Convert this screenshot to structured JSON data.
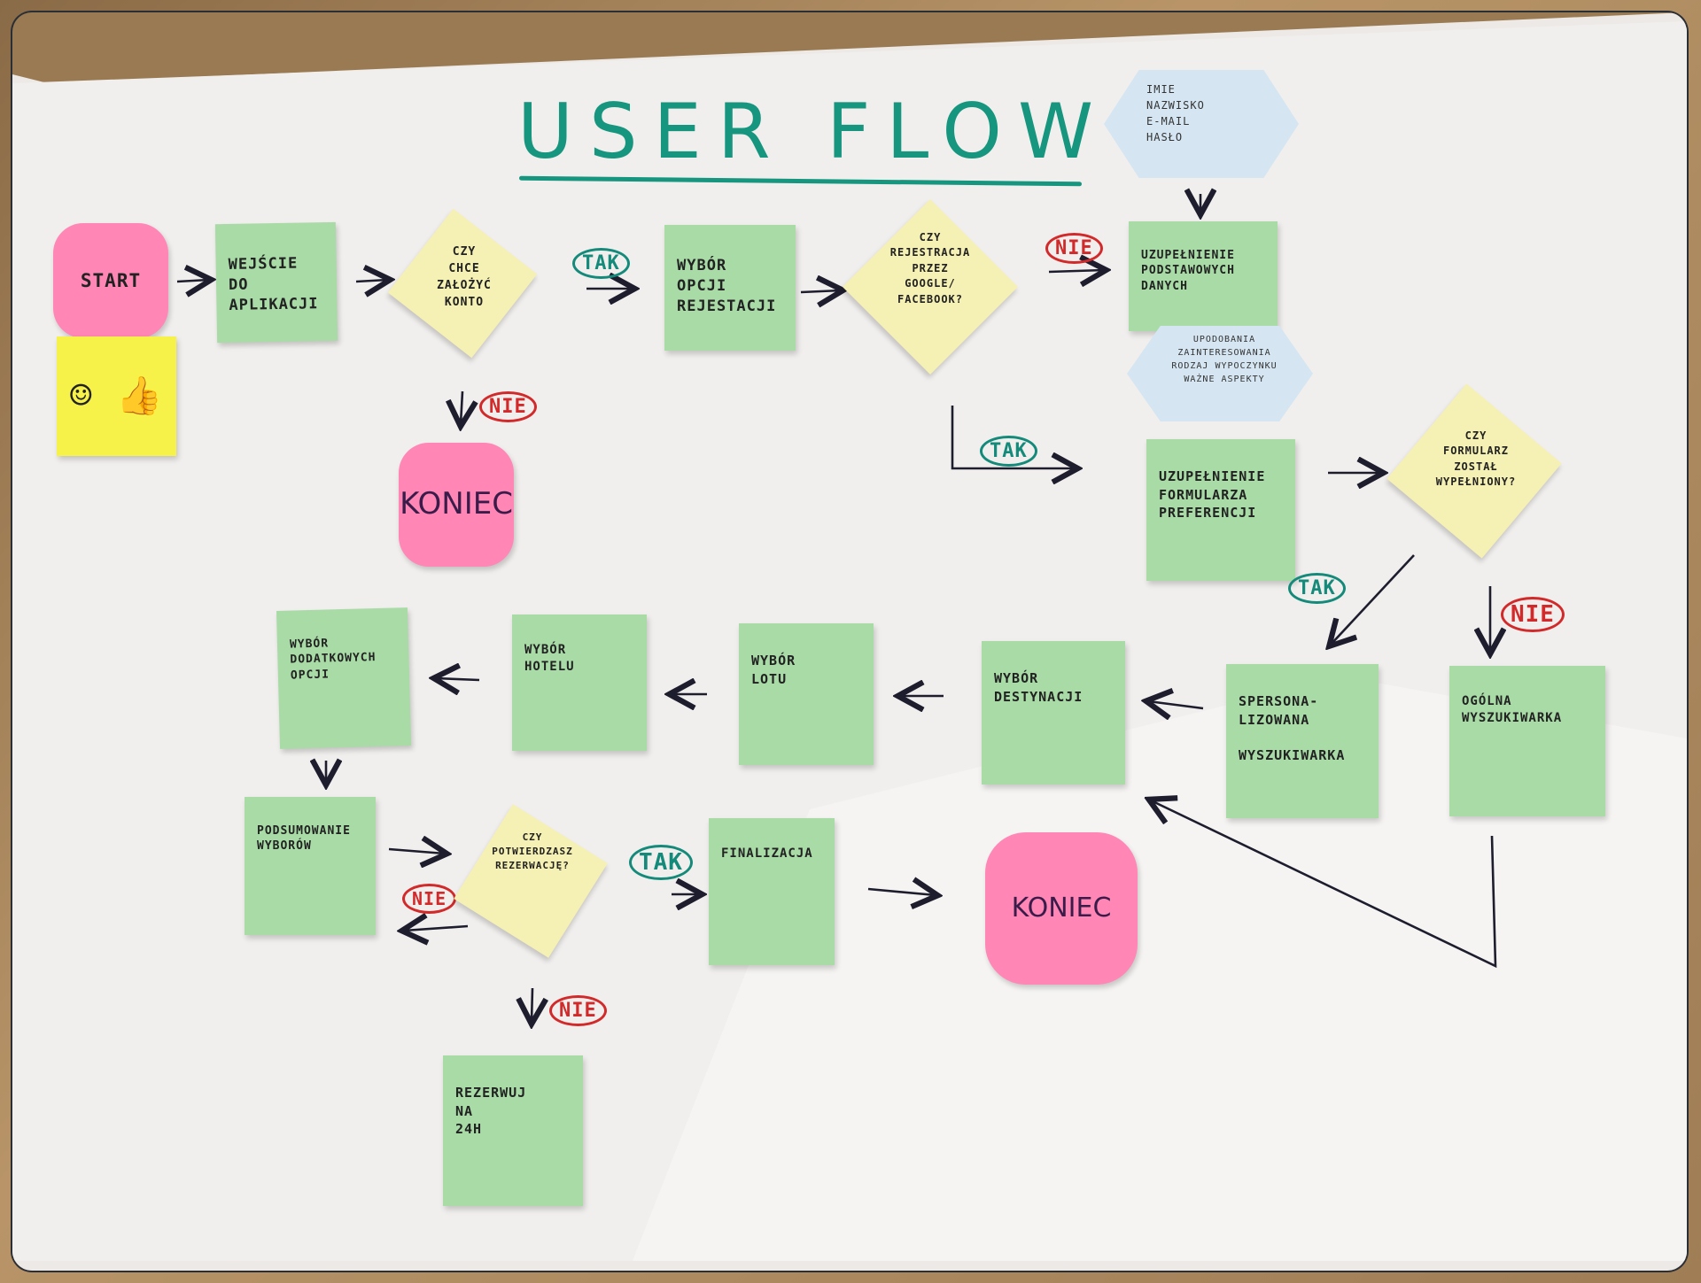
{
  "title": "USER FLOW",
  "colors": {
    "green": "#a8dba6",
    "pink": "#ff86b5",
    "yellow": "#f7f24a",
    "diamond": "#f5f0b4",
    "hexagon": "#d5e6f2",
    "tak": "#148a7a",
    "nie": "#d22a2a"
  },
  "nodes": {
    "start": "START",
    "smiley": "☺ 👍",
    "wejscie": "WEJŚCIE\nDO\nAPLIKACJI",
    "czy_chce": "CZY\nCHCE\nZAŁOŻYĆ\nKONTO",
    "koniec1": "KONIEC",
    "wybor_opcji": "WYBÓR\nOPCJI\nREJESTACJI",
    "czy_rejestracja": "CZY\nREJESTRACJA\nPRZEZ\nGOOGLE/\nFACEBOOK?",
    "hex_dane": "IMIE\nNAZWISKO\nE-MAIL\nHASŁO",
    "uzupelnienie_danych": "UZUPEŁNIENIE\nPODSTAWOWYCH\nDANYCH",
    "hex_preferencje": "UPODOBANIA\nZAINTERESOWANIA\nRODZAJ WYPOCZYNKU\nWAŻNE ASPEKTY",
    "uzupelnienie_formularza": "UZUPEŁNIENIE\nFORMULARZA\nPREFERENCJI",
    "czy_formularz": "CZY\nFORMULARZ\nZOSTAŁ\nWYPEŁNIONY?",
    "spersonalizowana": "SPERSONA-\nLIZOWANA\n\nWYSZUKIWARKA",
    "ogolna": "OGÓLNA\nWYSZUKIWARKA",
    "wybor_destynacji": "WYBÓR\nDESTYNACJI",
    "wybor_lotu": "WYBÓR\nLOTU",
    "wybor_hotelu": "WYBÓR\nHOTELU",
    "wybor_dodatkowych": "WYBÓR\nDODATKOWYCH\nOPCJI",
    "podsumowanie": "PODSUMOWANIE\nWYBORÓW",
    "czy_potwierdzasz": "CZY\nPOTWIERDZASZ\nREZERWACJĘ?",
    "finalizacja": "FINALIZACJA",
    "koniec2": "KONIEC",
    "rezerwuj": "REZERWUJ\nNA\n24H"
  },
  "labels": {
    "tak": "TAK",
    "nie": "NIE"
  }
}
